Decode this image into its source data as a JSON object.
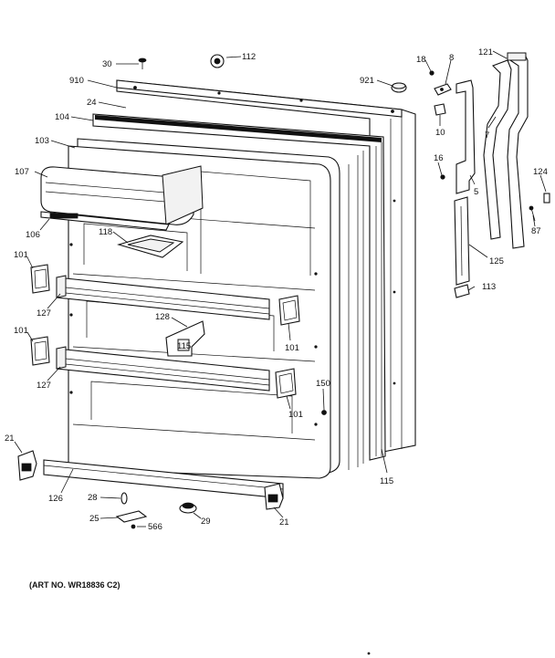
{
  "callouts": [
    {
      "id": "c30",
      "text": "30"
    },
    {
      "id": "c112",
      "text": "112"
    },
    {
      "id": "c910",
      "text": "910"
    },
    {
      "id": "c24",
      "text": "24"
    },
    {
      "id": "c104",
      "text": "104"
    },
    {
      "id": "c103",
      "text": "103"
    },
    {
      "id": "c107",
      "text": "107"
    },
    {
      "id": "c106",
      "text": "106"
    },
    {
      "id": "c118",
      "text": "118"
    },
    {
      "id": "c101a",
      "text": "101"
    },
    {
      "id": "c127a",
      "text": "127"
    },
    {
      "id": "c128",
      "text": "128"
    },
    {
      "id": "c101b",
      "text": "101"
    },
    {
      "id": "c101c",
      "text": "101"
    },
    {
      "id": "c127b",
      "text": "127"
    },
    {
      "id": "c101d",
      "text": "101"
    },
    {
      "id": "c150",
      "text": "150"
    },
    {
      "id": "c21a",
      "text": "21"
    },
    {
      "id": "c126",
      "text": "126"
    },
    {
      "id": "c28",
      "text": "28"
    },
    {
      "id": "c25",
      "text": "25"
    },
    {
      "id": "c566",
      "text": "566"
    },
    {
      "id": "c29",
      "text": "29"
    },
    {
      "id": "c21b",
      "text": "21"
    },
    {
      "id": "c115",
      "text": "115"
    },
    {
      "id": "c921",
      "text": "921"
    },
    {
      "id": "c18",
      "text": "18"
    },
    {
      "id": "c8",
      "text": "8"
    },
    {
      "id": "c10",
      "text": "10"
    },
    {
      "id": "c16",
      "text": "16"
    },
    {
      "id": "c5",
      "text": "5"
    },
    {
      "id": "c121",
      "text": "121"
    },
    {
      "id": "c7",
      "text": "7"
    },
    {
      "id": "c124",
      "text": "124"
    },
    {
      "id": "c87",
      "text": "87"
    },
    {
      "id": "c125",
      "text": "125"
    },
    {
      "id": "c113",
      "text": "113"
    }
  ],
  "caption": "(ART NO. WR18836 C2)",
  "shelf_tag": "115"
}
